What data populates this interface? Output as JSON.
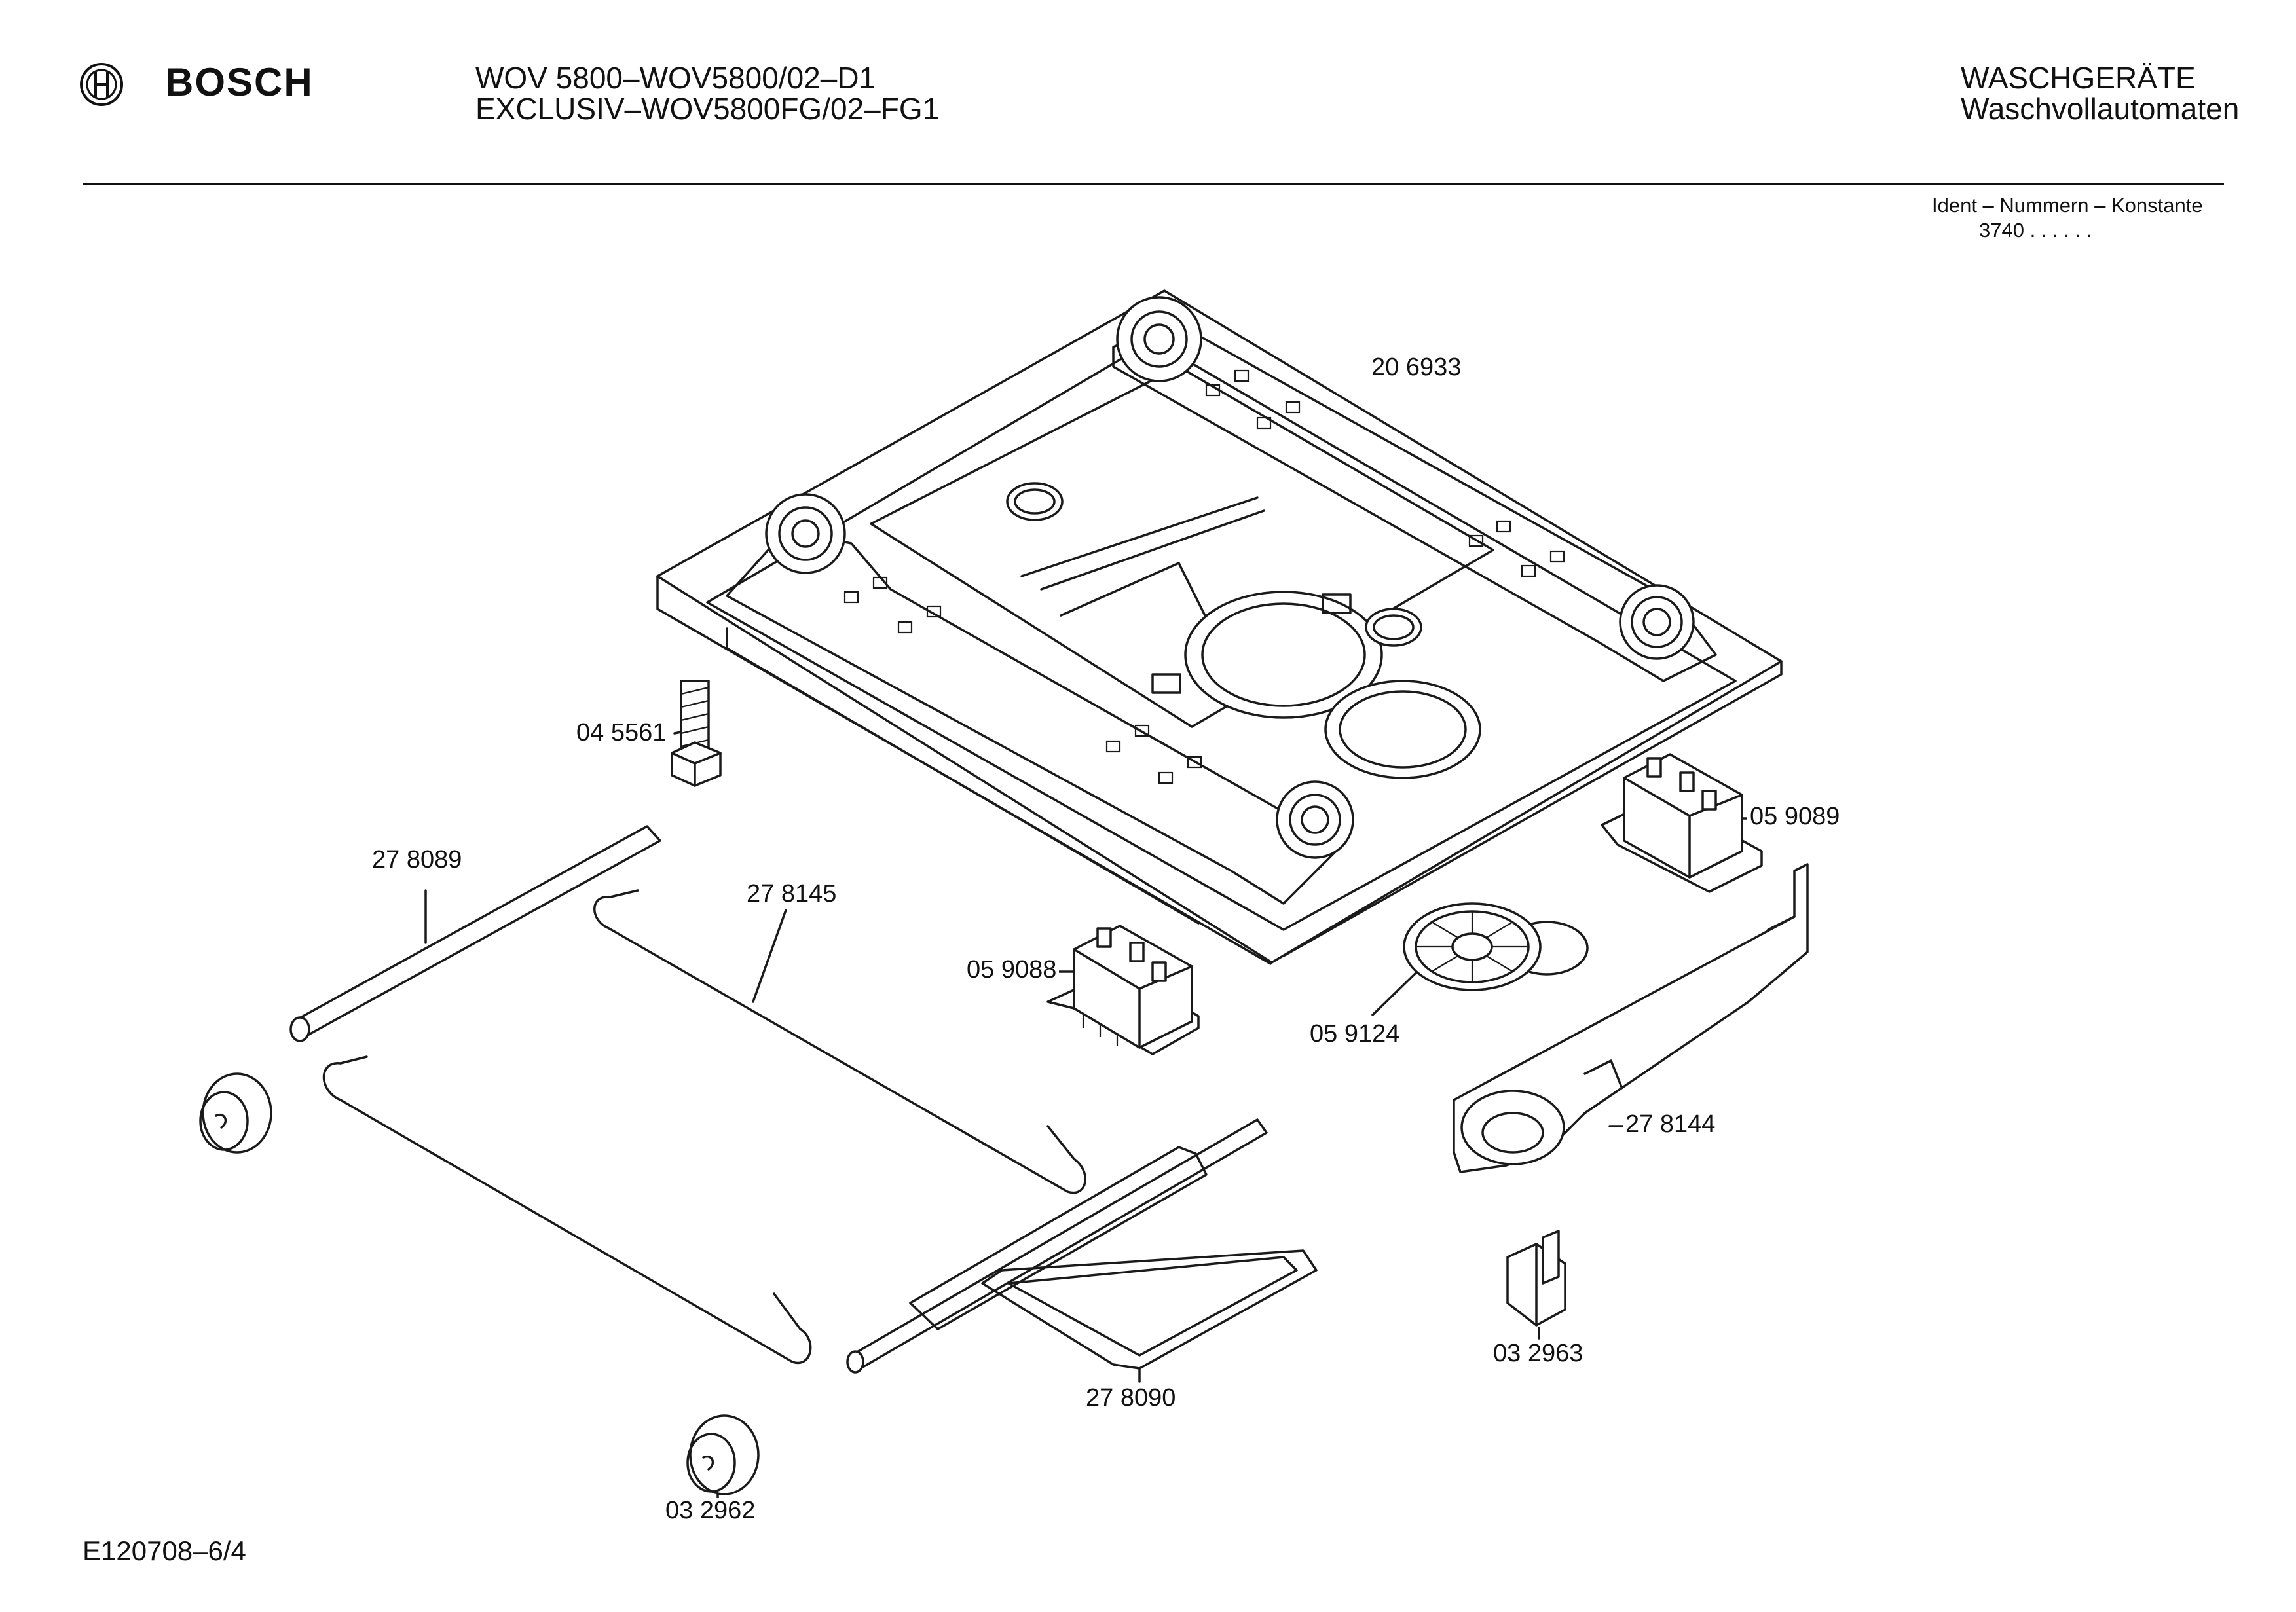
{
  "header": {
    "brand": "BOSCH",
    "model_line_1": "WOV 5800–WOV5800/02–D1",
    "model_line_2": "EXCLUSIV–WOV5800FG/02–FG1",
    "category_line_1": "WASCHGERÄTE",
    "category_line_2": "Waschvollautomaten",
    "ident_title": "Ident – Nummern – Konstante",
    "ident_value": "3740 .  .  .  .  .  ."
  },
  "parts": [
    {
      "label": "20 6933"
    },
    {
      "label": "04 5561"
    },
    {
      "label": "27 8089"
    },
    {
      "label": "27 8145"
    },
    {
      "label": "05 9088"
    },
    {
      "label": "05 9124"
    },
    {
      "label": "05 9089"
    },
    {
      "label": "27 8144"
    },
    {
      "label": "27 8090"
    },
    {
      "label": "03 2963"
    },
    {
      "label": "03 2962"
    }
  ],
  "footer": {
    "drawing_id": "E120708–6/4"
  }
}
